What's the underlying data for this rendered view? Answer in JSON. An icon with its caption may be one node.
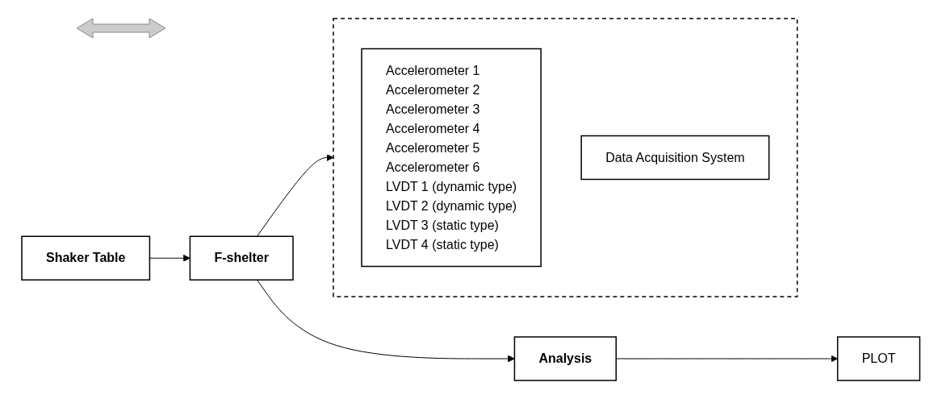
{
  "diagram": {
    "nodes": [
      {
        "text": [
          "F-shelter"
        ]
      },
      {
        "text": [
          "Analysis"
        ]
      },
      {
        "text": [
          "PLOT"
        ]
      },
      {
        "text": [],
        "shape": "box"
      },
      {
        "text": [
          "Accelerometer 1",
          "Accelerometer 2",
          "Accelerometer 3",
          "Accelerometer 4",
          "Accelerometer 5",
          "Accelerometer 6",
          "LVDT 1 (dynamic type)",
          "LVDT 2 (dynamic type)",
          "LVDT 3 (static type)",
          "LVDT 4 (static type)"
        ],
        "in": 3
      },
      {
        "text": [
          "Data Acquisition System"
        ],
        "in": 3
      },
      {
        "text": [
          "Shaker Table"
        ]
      }
    ],
    "edges": [
      {
        "from": 6,
        "to": 0,
        "arrow": "to"
      },
      {
        "from": 0,
        "to": 1,
        "arrow": "to"
      },
      {
        "from": 0,
        "to": 3,
        "arrow": "to"
      },
      {
        "from": 1,
        "to": 2,
        "arrow": "to"
      }
    ]
  }
}
